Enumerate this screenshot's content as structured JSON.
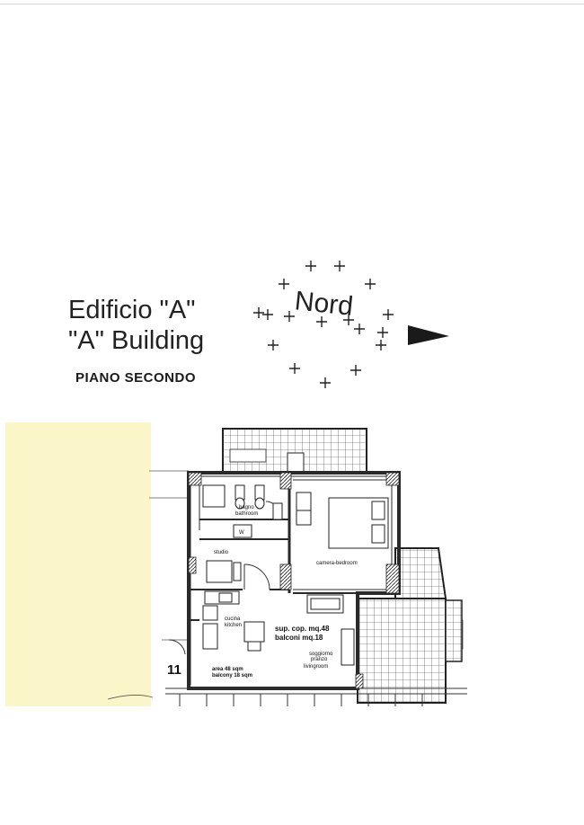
{
  "header": {
    "title_it": "Edificio \"A\"",
    "title_en": "\"A\" Building",
    "floor": "PIANO SECONDO"
  },
  "compass": {
    "label": "Nord",
    "arrow_direction": "east"
  },
  "rooms": {
    "bathroom_it": "bagno",
    "bathroom_en": "bathroom",
    "wc": "W",
    "studio": "studio",
    "bedroom": "camera-bedroom",
    "kitchen_it": "cucina",
    "kitchen_en": "kitchen",
    "living_it_1": "soggiorno",
    "living_it_2": "pranzo",
    "living_en": "livingroom"
  },
  "unit": {
    "number": "11",
    "area_it": "sup. cop. mq.48",
    "balcony_it": "balconi mq.18",
    "area_en": "area 48 sqm",
    "balcony_en": "balcony 18 sqm"
  },
  "colors": {
    "highlight": "#fbf6c9",
    "wall": "#2a2a2a",
    "line": "#333333"
  }
}
